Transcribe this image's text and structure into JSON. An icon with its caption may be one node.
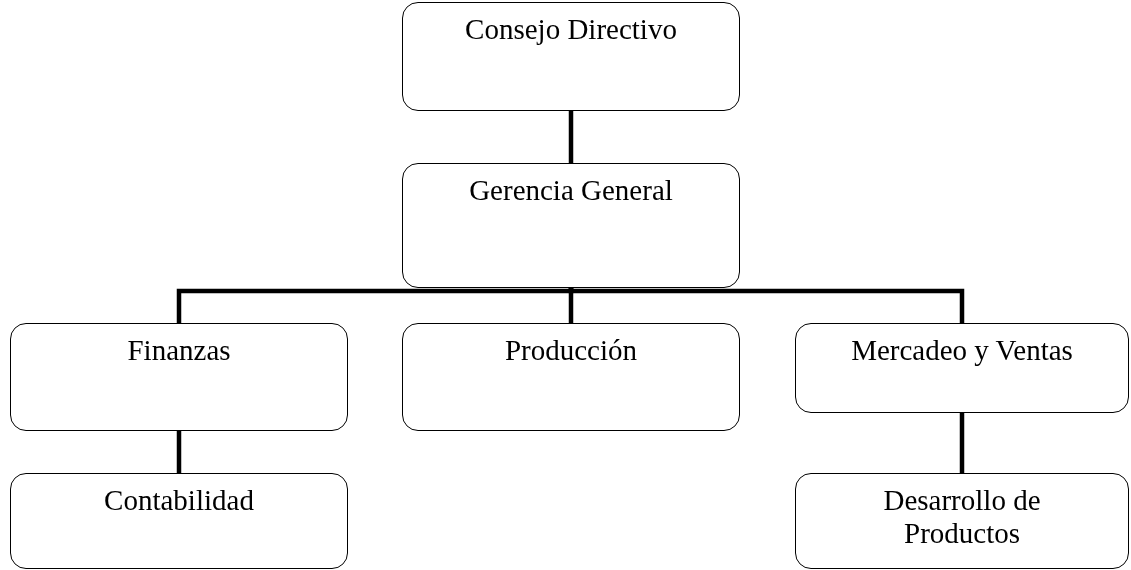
{
  "diagram": {
    "nodes": [
      {
        "text": [
          "Consejo Directivo"
        ]
      },
      {
        "text": [
          "Gerencia General"
        ]
      },
      {
        "text": [
          "Finanzas"
        ]
      },
      {
        "text": [
          "Producción"
        ]
      },
      {
        "text": [
          "Mercadeo y Ventas"
        ]
      },
      {
        "text": [
          "Contabilidad"
        ]
      },
      {
        "text": [
          "Desarrollo de Productos"
        ]
      }
    ],
    "edges": [
      {
        "from": 0,
        "to": 1,
        "arrow": "none"
      },
      {
        "from": 1,
        "to": 2,
        "arrow": "none"
      },
      {
        "from": 1,
        "to": 3,
        "arrow": "none"
      },
      {
        "from": 1,
        "to": 4,
        "arrow": "none"
      },
      {
        "from": 2,
        "to": 5,
        "arrow": "none"
      },
      {
        "from": 4,
        "to": 6,
        "arrow": "none"
      }
    ]
  }
}
